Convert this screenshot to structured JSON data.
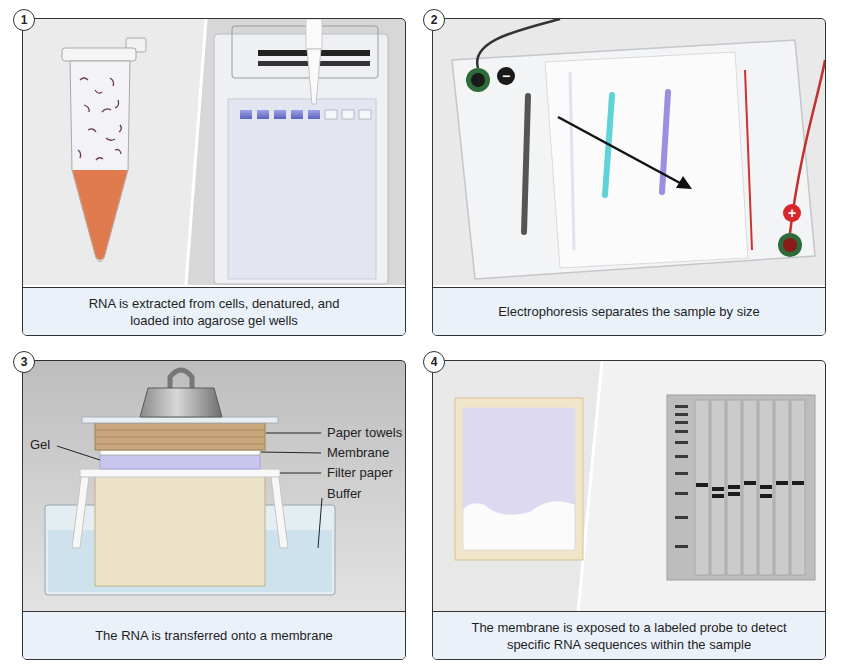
{
  "diagram": {
    "nodes": [
      {
        "text": [
          "RNA is extracted from cells, denatured, and loaded into agarose gel wells"
        ]
      },
      {
        "text": [
          "1"
        ],
        "in": 0
      },
      {
        "text": [
          "Electrophoresis separates the sample by size"
        ]
      },
      {
        "text": [
          "2"
        ],
        "in": 2
      },
      {
        "text": [
          "The RNA is transferred onto a membrane"
        ]
      },
      {
        "text": [
          "3"
        ],
        "in": 4
      },
      {
        "text": [
          "The membrane is exposed to a labeled probe to detect specific RNA sequences within the sample"
        ]
      },
      {
        "text": [
          "4"
        ],
        "in": 6
      }
    ],
    "labels": [
      "−",
      "+",
      "Paper towels",
      "Gel",
      "Membrane",
      "Filter paper",
      "Buffer"
    ]
  }
}
